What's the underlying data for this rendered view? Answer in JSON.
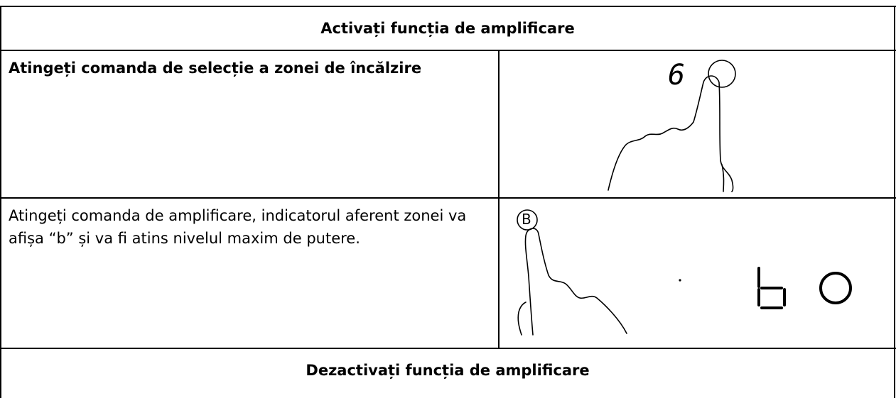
{
  "table": {
    "heading_activate": "Activați funcția de amplificare",
    "row1_instruction": "Atingeți comanda de selecție a zonei de încălzire",
    "row1_display_digit": "6",
    "row2_instruction": "Atingeți comanda de amplificare, indicatorul aferent zonei va afișa “b” și va fi atins nivelul maxim de putere.",
    "row2_button_label": "B",
    "row2_display_digit": "b",
    "heading_deactivate": "Dezactivați funcția de amplificare"
  },
  "icons": {
    "row1": [
      "digit-six-display",
      "zone-select-ring-icon",
      "pointing-hand-icon"
    ],
    "row2": [
      "boost-b-button-icon",
      "pointing-hand-icon",
      "segment-b-display",
      "zone-ring-icon"
    ]
  }
}
